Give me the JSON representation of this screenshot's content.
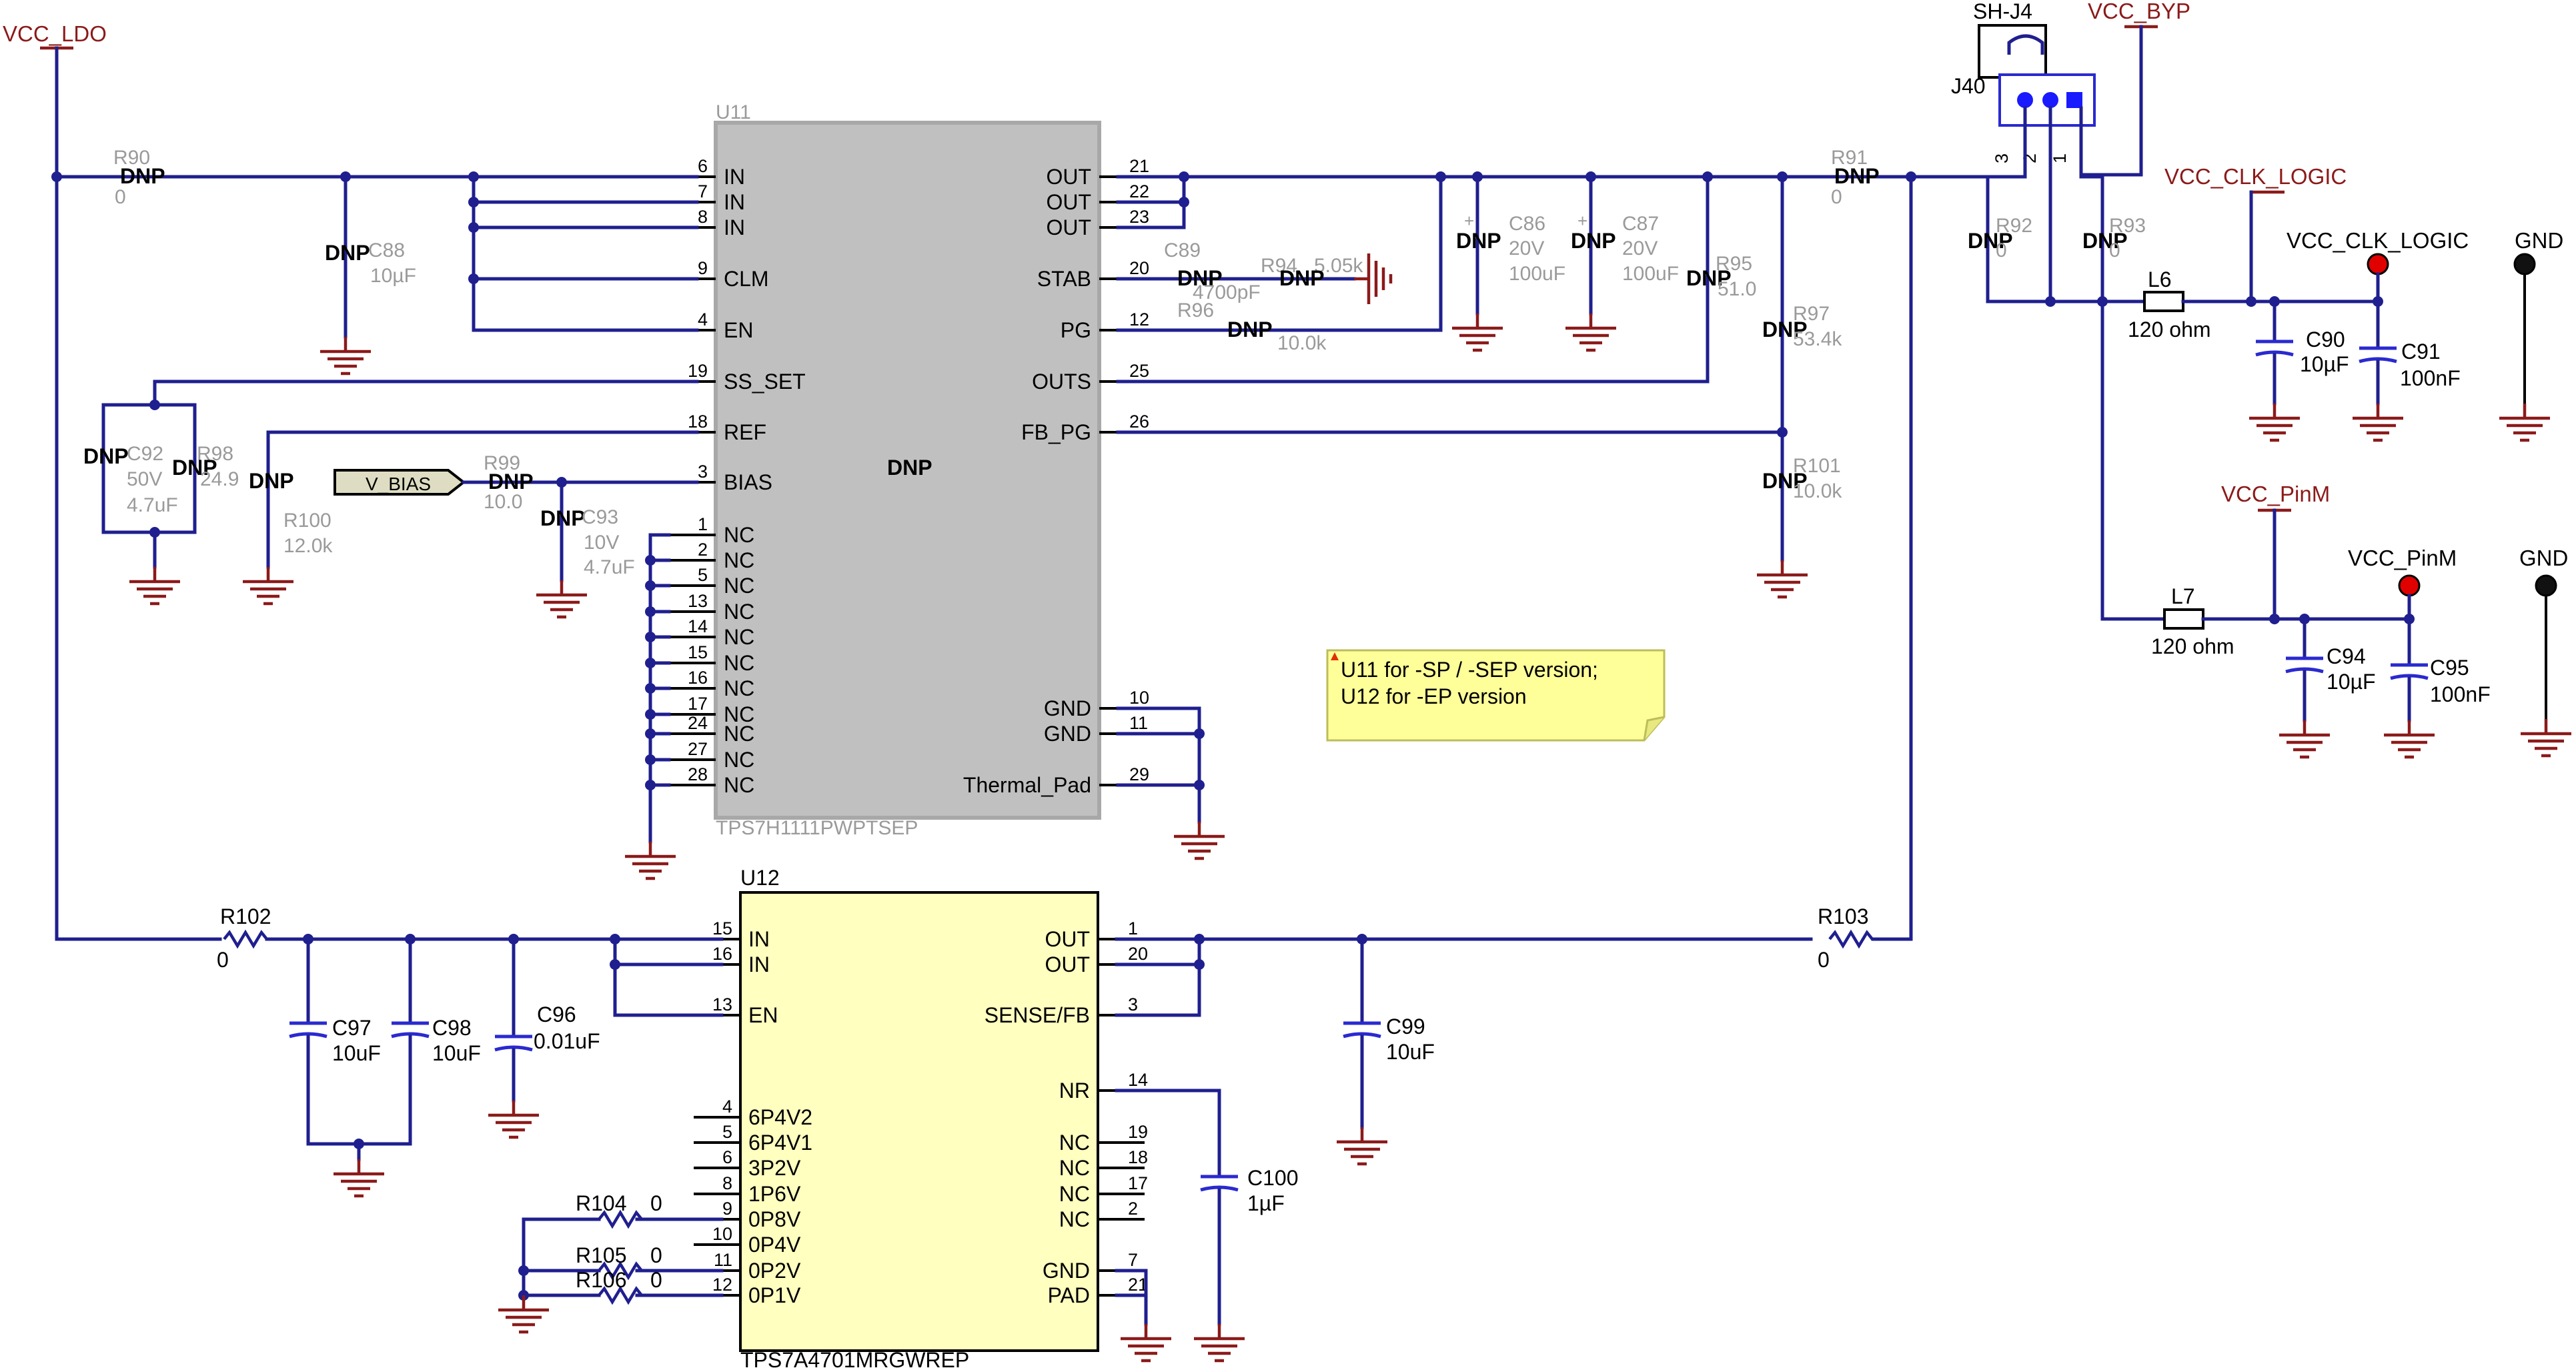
{
  "nets": {
    "vcc_ldo": "VCC_LDO",
    "vcc_byp": "VCC_BYP",
    "vcc_clk_logic": "VCC_CLK_LOGIC",
    "vcc_pinm": "VCC_PinM",
    "gnd": "GND",
    "v_bias": "V_BIAS"
  },
  "u11": {
    "ref": "U11",
    "part": "TPS7H1111PWPTSEP",
    "center": "DNP",
    "left_pins": [
      {
        "num": "6",
        "name": "IN"
      },
      {
        "num": "7",
        "name": "IN"
      },
      {
        "num": "8",
        "name": "IN"
      },
      {
        "num": "9",
        "name": "CLM"
      },
      {
        "num": "4",
        "name": "EN"
      },
      {
        "num": "19",
        "name": "SS_SET"
      },
      {
        "num": "18",
        "name": "REF"
      },
      {
        "num": "3",
        "name": "BIAS"
      },
      {
        "num": "1",
        "name": "NC"
      },
      {
        "num": "2",
        "name": "NC"
      },
      {
        "num": "5",
        "name": "NC"
      },
      {
        "num": "13",
        "name": "NC"
      },
      {
        "num": "14",
        "name": "NC"
      },
      {
        "num": "15",
        "name": "NC"
      },
      {
        "num": "16",
        "name": "NC"
      },
      {
        "num": "17",
        "name": "NC"
      },
      {
        "num": "24",
        "name": "NC"
      },
      {
        "num": "27",
        "name": "NC"
      },
      {
        "num": "28",
        "name": "NC"
      }
    ],
    "right_pins": [
      {
        "num": "21",
        "name": "OUT"
      },
      {
        "num": "22",
        "name": "OUT"
      },
      {
        "num": "23",
        "name": "OUT"
      },
      {
        "num": "20",
        "name": "STAB"
      },
      {
        "num": "12",
        "name": "PG"
      },
      {
        "num": "25",
        "name": "OUTS"
      },
      {
        "num": "26",
        "name": "FB_PG"
      },
      {
        "num": "10",
        "name": "GND"
      },
      {
        "num": "11",
        "name": "GND"
      },
      {
        "num": "29",
        "name": "Thermal_Pad"
      }
    ]
  },
  "u12": {
    "ref": "U12",
    "part": "TPS7A4701MRGWREP",
    "left_pins": [
      {
        "num": "15",
        "name": "IN"
      },
      {
        "num": "16",
        "name": "IN"
      },
      {
        "num": "13",
        "name": "EN"
      },
      {
        "num": "4",
        "name": "6P4V2"
      },
      {
        "num": "5",
        "name": "6P4V1"
      },
      {
        "num": "6",
        "name": "3P2V"
      },
      {
        "num": "8",
        "name": "1P6V"
      },
      {
        "num": "9",
        "name": "0P8V"
      },
      {
        "num": "10",
        "name": "0P4V"
      },
      {
        "num": "11",
        "name": "0P2V"
      },
      {
        "num": "12",
        "name": "0P1V"
      }
    ],
    "right_pins": [
      {
        "num": "1",
        "name": "OUT"
      },
      {
        "num": "20",
        "name": "OUT"
      },
      {
        "num": "3",
        "name": "SENSE/FB"
      },
      {
        "num": "14",
        "name": "NR"
      },
      {
        "num": "19",
        "name": "NC"
      },
      {
        "num": "18",
        "name": "NC"
      },
      {
        "num": "17",
        "name": "NC"
      },
      {
        "num": "2",
        "name": "NC"
      },
      {
        "num": "7",
        "name": "GND"
      },
      {
        "num": "21",
        "name": "PAD"
      }
    ]
  },
  "dnp": "DNP",
  "parts": {
    "r90": {
      "ref": "R90",
      "val": "0"
    },
    "c88": {
      "ref": "C88",
      "val": "10µF"
    },
    "r91": {
      "ref": "R91",
      "val": "0"
    },
    "c89": {
      "ref": "C89",
      "val": "4700pF"
    },
    "r94": {
      "ref": "R94",
      "val": "5.05k"
    },
    "r96": {
      "ref": "R96",
      "val": "10.0k"
    },
    "c86": {
      "ref": "C86",
      "v": "20V",
      "val": "100uF"
    },
    "c87": {
      "ref": "C87",
      "v": "20V",
      "val": "100uF"
    },
    "r95": {
      "ref": "R95",
      "val": "51.0"
    },
    "r97": {
      "ref": "R97",
      "val": "53.4k"
    },
    "r101": {
      "ref": "R101",
      "val": "10.0k"
    },
    "c92": {
      "ref": "C92",
      "v": "50V",
      "val": "4.7uF"
    },
    "r98": {
      "ref": "R98",
      "val": "24.9"
    },
    "r100": {
      "ref": "R100",
      "val": "12.0k"
    },
    "r99": {
      "ref": "R99",
      "val": "10.0"
    },
    "c93": {
      "ref": "C93",
      "v": "10V",
      "val": "4.7uF"
    },
    "r92": {
      "ref": "R92",
      "val": "0"
    },
    "r93": {
      "ref": "R93",
      "val": "0"
    },
    "j40": {
      "ref": "J40",
      "shunt": "SH-J4",
      "pins": [
        "3",
        "2",
        "1"
      ]
    },
    "l6": {
      "ref": "L6",
      "val": "120 ohm"
    },
    "l7": {
      "ref": "L7",
      "val": "120 ohm"
    },
    "c90": {
      "ref": "C90",
      "val": "10µF"
    },
    "c91": {
      "ref": "C91",
      "val": "100nF"
    },
    "c94": {
      "ref": "C94",
      "val": "10µF"
    },
    "c95": {
      "ref": "C95",
      "val": "100nF"
    },
    "r102": {
      "ref": "R102",
      "val": "0"
    },
    "r103": {
      "ref": "R103",
      "val": "0"
    },
    "c97": {
      "ref": "C97",
      "val": "10uF"
    },
    "c98": {
      "ref": "C98",
      "val": "10uF"
    },
    "c96": {
      "ref": "C96",
      "val": "0.01uF"
    },
    "c99": {
      "ref": "C99",
      "val": "10uF"
    },
    "c100": {
      "ref": "C100",
      "val": "1µF"
    },
    "r104": {
      "ref": "R104",
      "val": "0"
    },
    "r105": {
      "ref": "R105",
      "val": "0"
    },
    "r106": {
      "ref": "R106",
      "val": "0"
    }
  },
  "note": {
    "line1": "U11 for -SP / -SEP version;",
    "line2": "U12 for -EP version"
  }
}
